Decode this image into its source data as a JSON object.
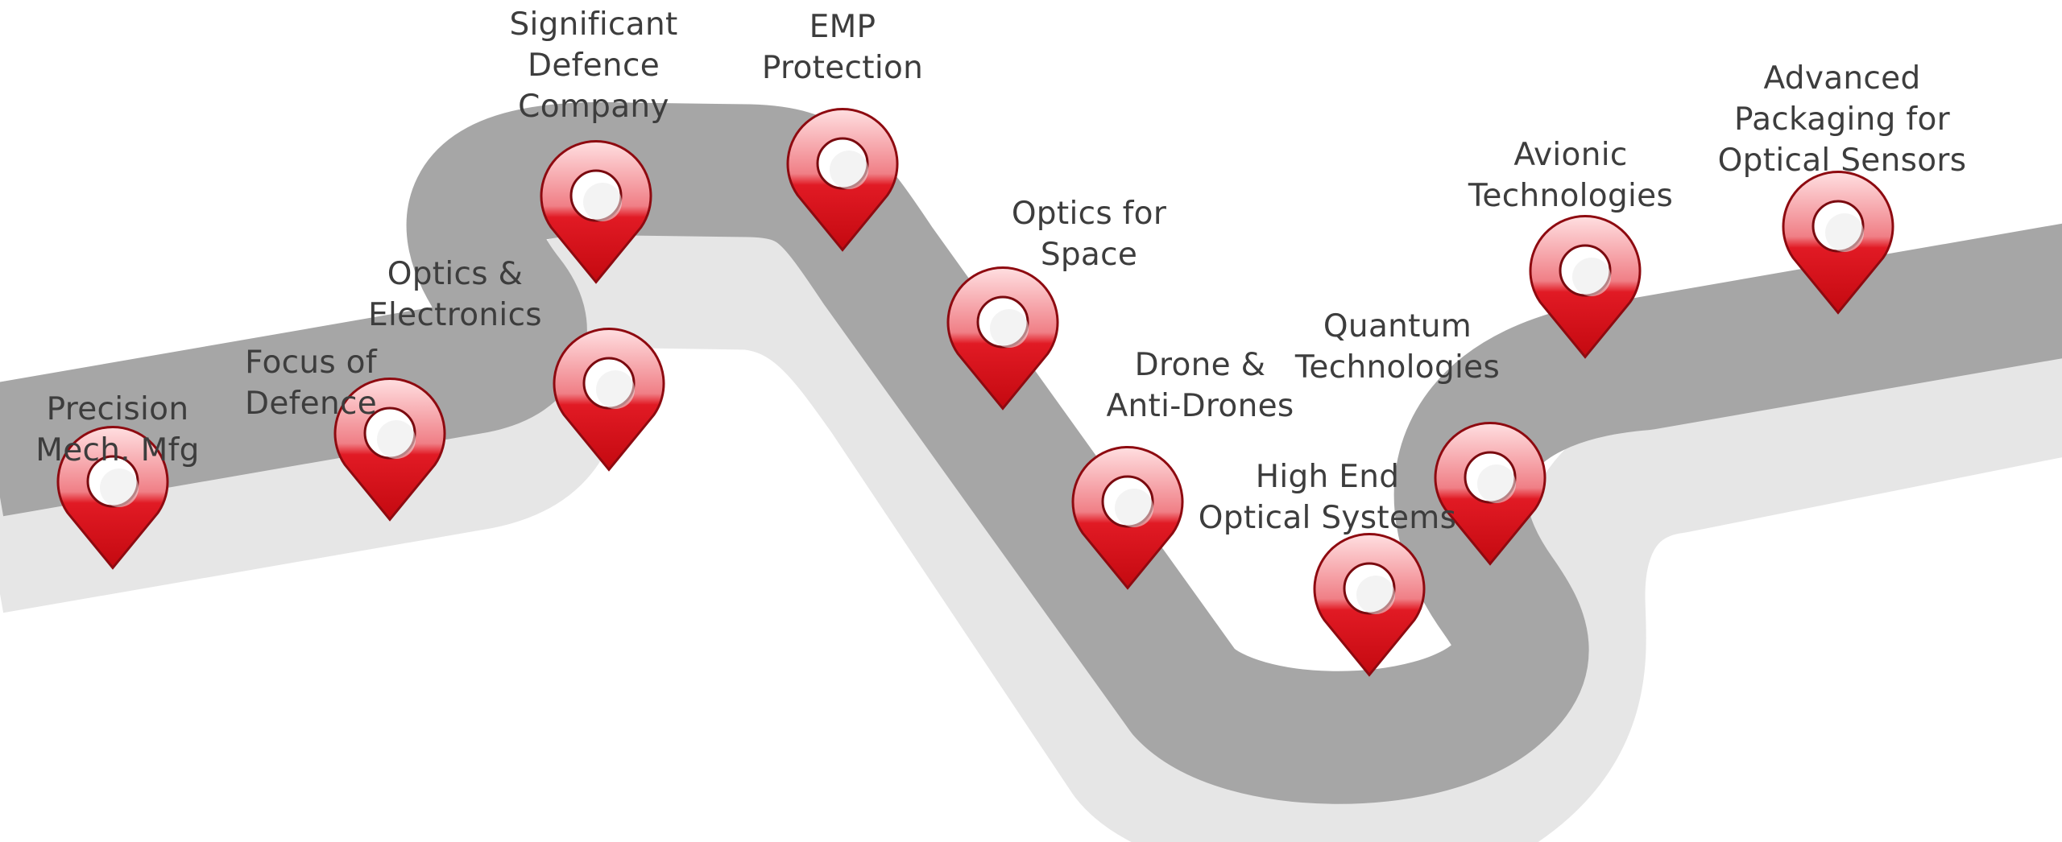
{
  "milestones": [
    {
      "lines": [
        "Precision",
        "Mech. Mfg"
      ]
    },
    {
      "lines": [
        "Focus of",
        "Defence"
      ]
    },
    {
      "lines": [
        "Optics &",
        "Electronics"
      ]
    },
    {
      "lines": [
        "Significant",
        "Defence",
        "Company"
      ]
    },
    {
      "lines": [
        "EMP",
        "Protection"
      ]
    },
    {
      "lines": [
        "Optics for",
        "Space"
      ]
    },
    {
      "lines": [
        "Drone &",
        "Anti-Drones"
      ]
    },
    {
      "lines": [
        "High End",
        "Optical Systems"
      ]
    },
    {
      "lines": [
        "Quantum",
        "Technologies"
      ]
    },
    {
      "lines": [
        "Avionic",
        "Technologies"
      ]
    },
    {
      "lines": [
        "Advanced",
        "Packaging for",
        "Optical Sensors"
      ]
    }
  ],
  "colors": {
    "road": "#a6a6a6",
    "road_shadow": "#e6e6e6",
    "pin": "#d9141c",
    "pin_dark": "#8e0a10",
    "pin_light": "#ffd6d8",
    "label_text": "#3d3d3d"
  },
  "icons": {
    "milestone_marker": "map-pin-icon"
  }
}
